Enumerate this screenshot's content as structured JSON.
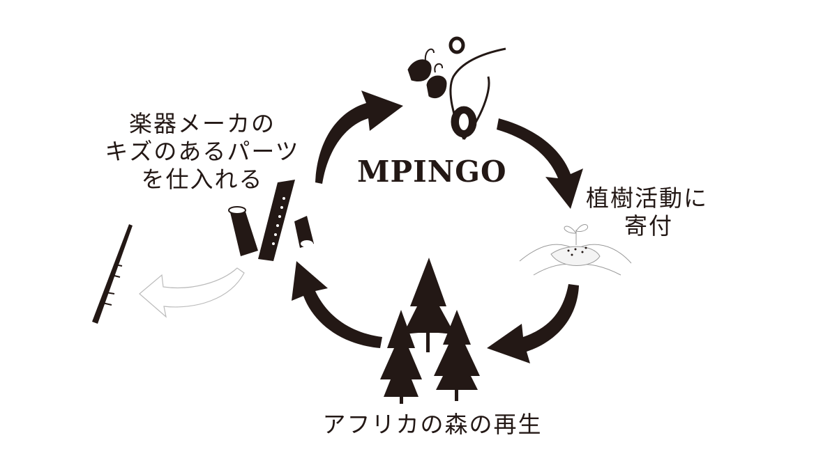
{
  "title": "MPINGO",
  "steps": {
    "purchase": [
      "楽器メーカの",
      "キズのあるパーツ",
      "を仕入れる"
    ],
    "donate": [
      "植樹活動に",
      "寄付"
    ],
    "regenerate": [
      "アフリカの森の再生"
    ]
  },
  "colors": {
    "ink": "#231815",
    "light": "#bbbbbb"
  }
}
